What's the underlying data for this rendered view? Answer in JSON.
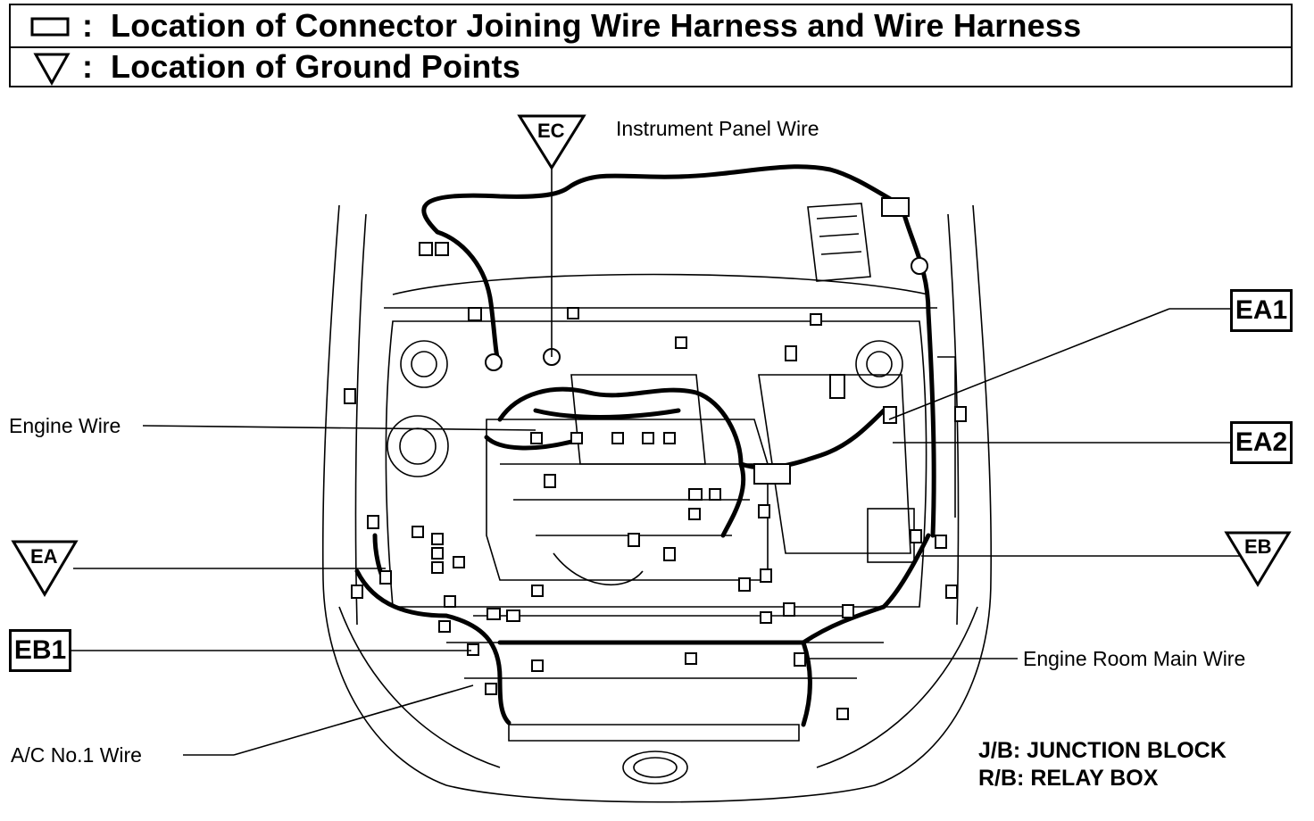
{
  "legend": {
    "connector_text": "Location of Connector Joining Wire Harness and Wire Harness",
    "ground_text": "Location of Ground Points",
    "colon": ":"
  },
  "labels": {
    "instrument_panel_wire": "Instrument Panel Wire",
    "engine_wire": "Engine Wire",
    "engine_room_main_wire": "Engine Room Main Wire",
    "ac_no1_wire": "A/C No.1 Wire"
  },
  "connectors": {
    "ea1": "EA1",
    "ea2": "EA2",
    "eb1": "EB1"
  },
  "grounds": {
    "ec": "EC",
    "ea": "EA",
    "eb": "EB"
  },
  "abbreviations": {
    "jb": "J/B: JUNCTION BLOCK",
    "rb": "R/B: RELAY BOX"
  }
}
